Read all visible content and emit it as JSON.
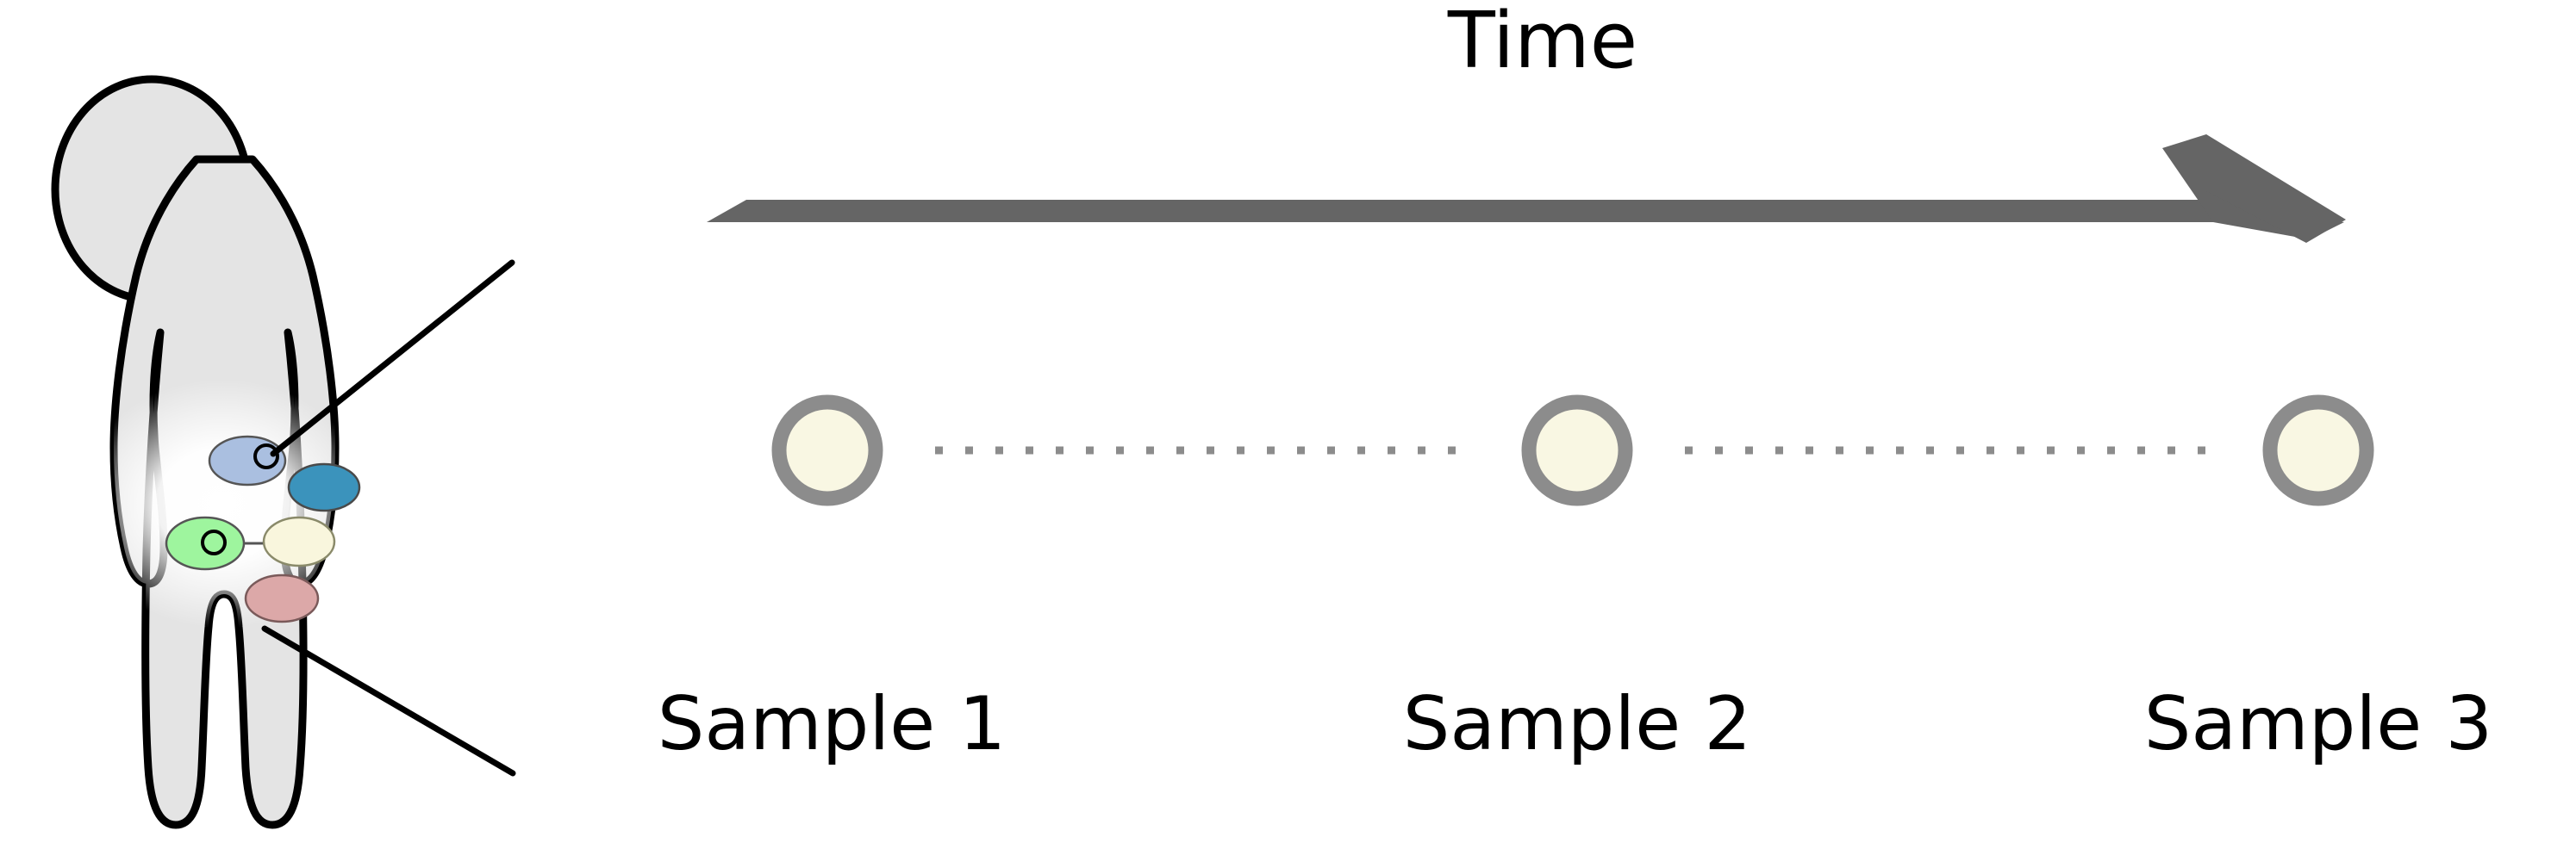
{
  "figure": {
    "title_axis_label": "Time",
    "subject": {
      "name": "human-body-silhouette",
      "body_fill": "#e4e4e4",
      "body_stroke": "#000000",
      "glow_color": "#ffffff",
      "leader_lines": 2
    },
    "microbes": [
      {
        "name": "microbe-periwinkle",
        "fill": "#aabfe0",
        "stroke": "#555555",
        "has_nucleus": true
      },
      {
        "name": "microbe-teal",
        "fill": "#3b93bc",
        "stroke": "#4a4a4a",
        "has_nucleus": false
      },
      {
        "name": "microbe-green",
        "fill": "#9ef59e",
        "stroke": "#555555",
        "has_nucleus": true
      },
      {
        "name": "microbe-cream",
        "fill": "#f9f6dd",
        "stroke": "#8a8a6a",
        "has_nucleus": false
      },
      {
        "name": "microbe-rose",
        "fill": "#dca8a8",
        "stroke": "#7a5a5a",
        "has_nucleus": false
      }
    ]
  },
  "timeline": {
    "arrow": {
      "name": "time-arrow",
      "color": "#656565",
      "direction": "left-to-right"
    },
    "connector": {
      "name": "dotted-connector",
      "color": "#8c8c8c",
      "style": "dotted"
    },
    "node_style": {
      "fill": "#f9f7e3",
      "border": "#8c8c8c"
    },
    "nodes": [
      {
        "name": "sample-node-1",
        "label": "Sample 1"
      },
      {
        "name": "sample-node-2",
        "label": "Sample 2"
      },
      {
        "name": "sample-node-3",
        "label": "Sample 3"
      }
    ]
  },
  "chart_data": {
    "type": "timeline",
    "title": "Time",
    "categories": [
      "Sample 1",
      "Sample 2",
      "Sample 3"
    ],
    "x": [
      960,
      1830,
      2690
    ],
    "y": [
      523,
      523,
      523
    ],
    "xlabel": "Time",
    "ylabel": "",
    "legend": [],
    "annotations": [
      "Time"
    ],
    "grid": false
  }
}
